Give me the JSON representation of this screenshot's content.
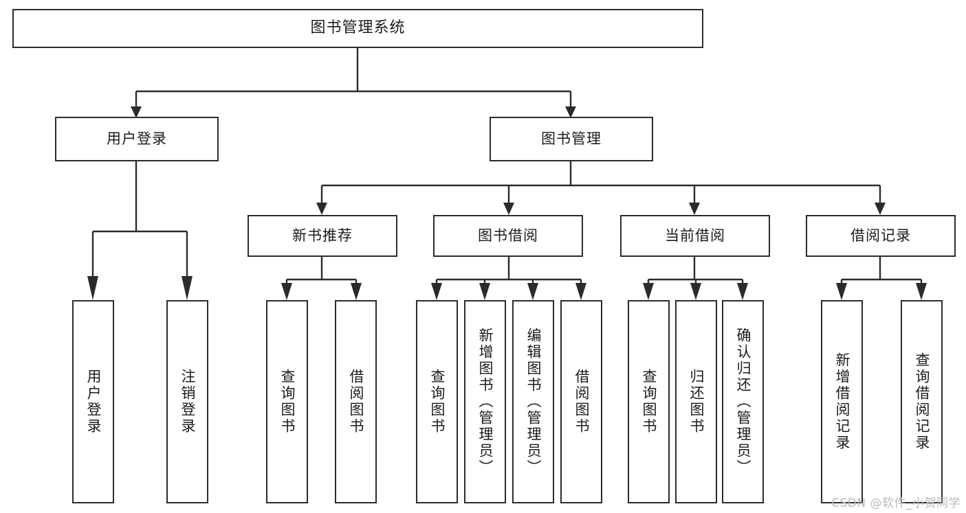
{
  "diagram": {
    "type": "tree-hierarchy",
    "title": "图书管理系统",
    "watermark": "CSDN @软件_小贺同学",
    "colors": {
      "box_border": "#2b2b2b",
      "box_fill": "#ffffff",
      "connector": "#2b2b2b",
      "text": "#1b1b1b",
      "watermark": "#b9b9b9"
    },
    "levels": {
      "root": {
        "label": "图书管理系统"
      },
      "level2": [
        {
          "label": "用户登录"
        },
        {
          "label": "图书管理"
        }
      ],
      "level3": [
        {
          "label": "新书推荐"
        },
        {
          "label": "图书借阅"
        },
        {
          "label": "当前借阅"
        },
        {
          "label": "借阅记录"
        }
      ],
      "leaves": {
        "user_login": [
          {
            "label": "用户登录"
          },
          {
            "label": "注销登录"
          }
        ],
        "new_book_recommend": [
          {
            "label": "查询图书"
          },
          {
            "label": "借阅图书"
          }
        ],
        "book_borrow": [
          {
            "label": "查询图书"
          },
          {
            "label": "新增图书（管理员）"
          },
          {
            "label": "编辑图书（管理员）"
          },
          {
            "label": "借阅图书"
          }
        ],
        "current_borrow": [
          {
            "label": "查询图书"
          },
          {
            "label": "归还图书"
          },
          {
            "label": "确认归还（管理员）"
          }
        ],
        "borrow_records": [
          {
            "label": "新增借阅记录"
          },
          {
            "label": "查询借阅记录"
          }
        ]
      }
    }
  }
}
